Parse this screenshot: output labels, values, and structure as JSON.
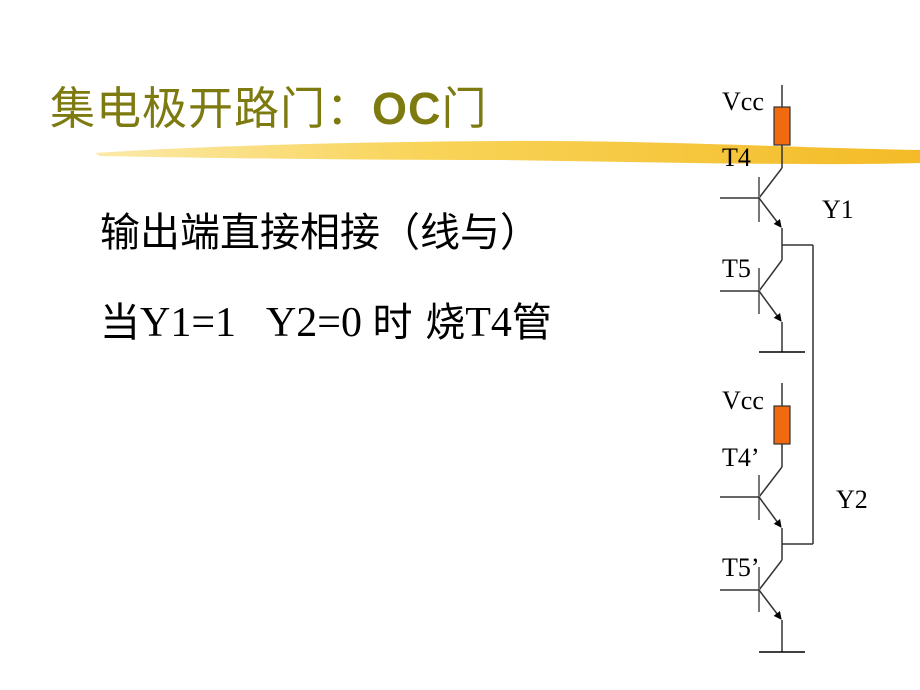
{
  "slide": {
    "title_prefix": "集电极开路门：",
    "title_bold": "OC",
    "title_suffix": "门",
    "line1": "输出端直接相接（线与）",
    "line2_a": "当",
    "line2_b": "Y1=1   Y2=0 ",
    "line2_c": "时 烧",
    "line2_d": "T4",
    "line2_e": "管"
  },
  "circuit": {
    "vcc_top": "Vcc",
    "t4": "T4",
    "y1": "Y1",
    "t5": "T5",
    "vcc_bottom": "Vcc",
    "t4_prime": "T4’",
    "y2": "Y2",
    "t5_prime": "T5’"
  },
  "colors": {
    "title": "#7d7a10",
    "brush": "#f5c21b",
    "resistor": "#f26a0f"
  }
}
